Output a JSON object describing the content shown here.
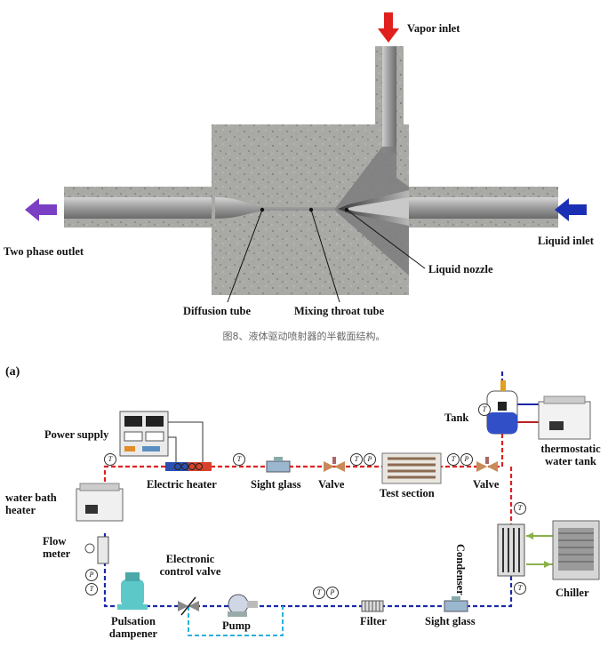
{
  "ejector": {
    "labels": {
      "vapor_inlet": "Vapor inlet",
      "two_phase_outlet": "Two phase outlet",
      "liquid_inlet": "Liquid inlet",
      "liquid_nozzle": "Liquid nozzle",
      "diffusion_tube": "Diffusion tube",
      "mixing_throat_tube": "Mixing throat tube"
    },
    "caption": "图8、液体驱动喷射器的半截面结构。",
    "arrow_colors": {
      "vapor": "#e0201c",
      "outlet": "#7b3fc4",
      "liquid": "#1b2fb5"
    }
  },
  "loop": {
    "panel_label": "(a)",
    "components": {
      "power_supply": "Power supply",
      "electric_heater": "Electric heater",
      "sight_glass_top": "Sight glass",
      "valve_top": "Valve",
      "test_section": "Test section",
      "valve_right": "Valve",
      "tank": "Tank",
      "thermostatic_water_tank": "thermostatic water tank",
      "condenser": "Condenser",
      "chiller": "Chiller",
      "water_bath_heater": "water bath heater",
      "flow_meter": "Flow meter",
      "electronic_control_valve": "Electronic control valve",
      "pump": "Pump",
      "filter": "Filter",
      "sight_glass_bottom": "Sight glass",
      "pulsation_dampener": "Pulsation dampener"
    },
    "sensor_symbols": {
      "temperature": "T",
      "pressure": "P"
    },
    "line_colors": {
      "hot": "#e02020",
      "cold": "#1a2aa8",
      "bypass": "#2bb0e0",
      "chiller_pipe": "#8ab04a"
    }
  }
}
